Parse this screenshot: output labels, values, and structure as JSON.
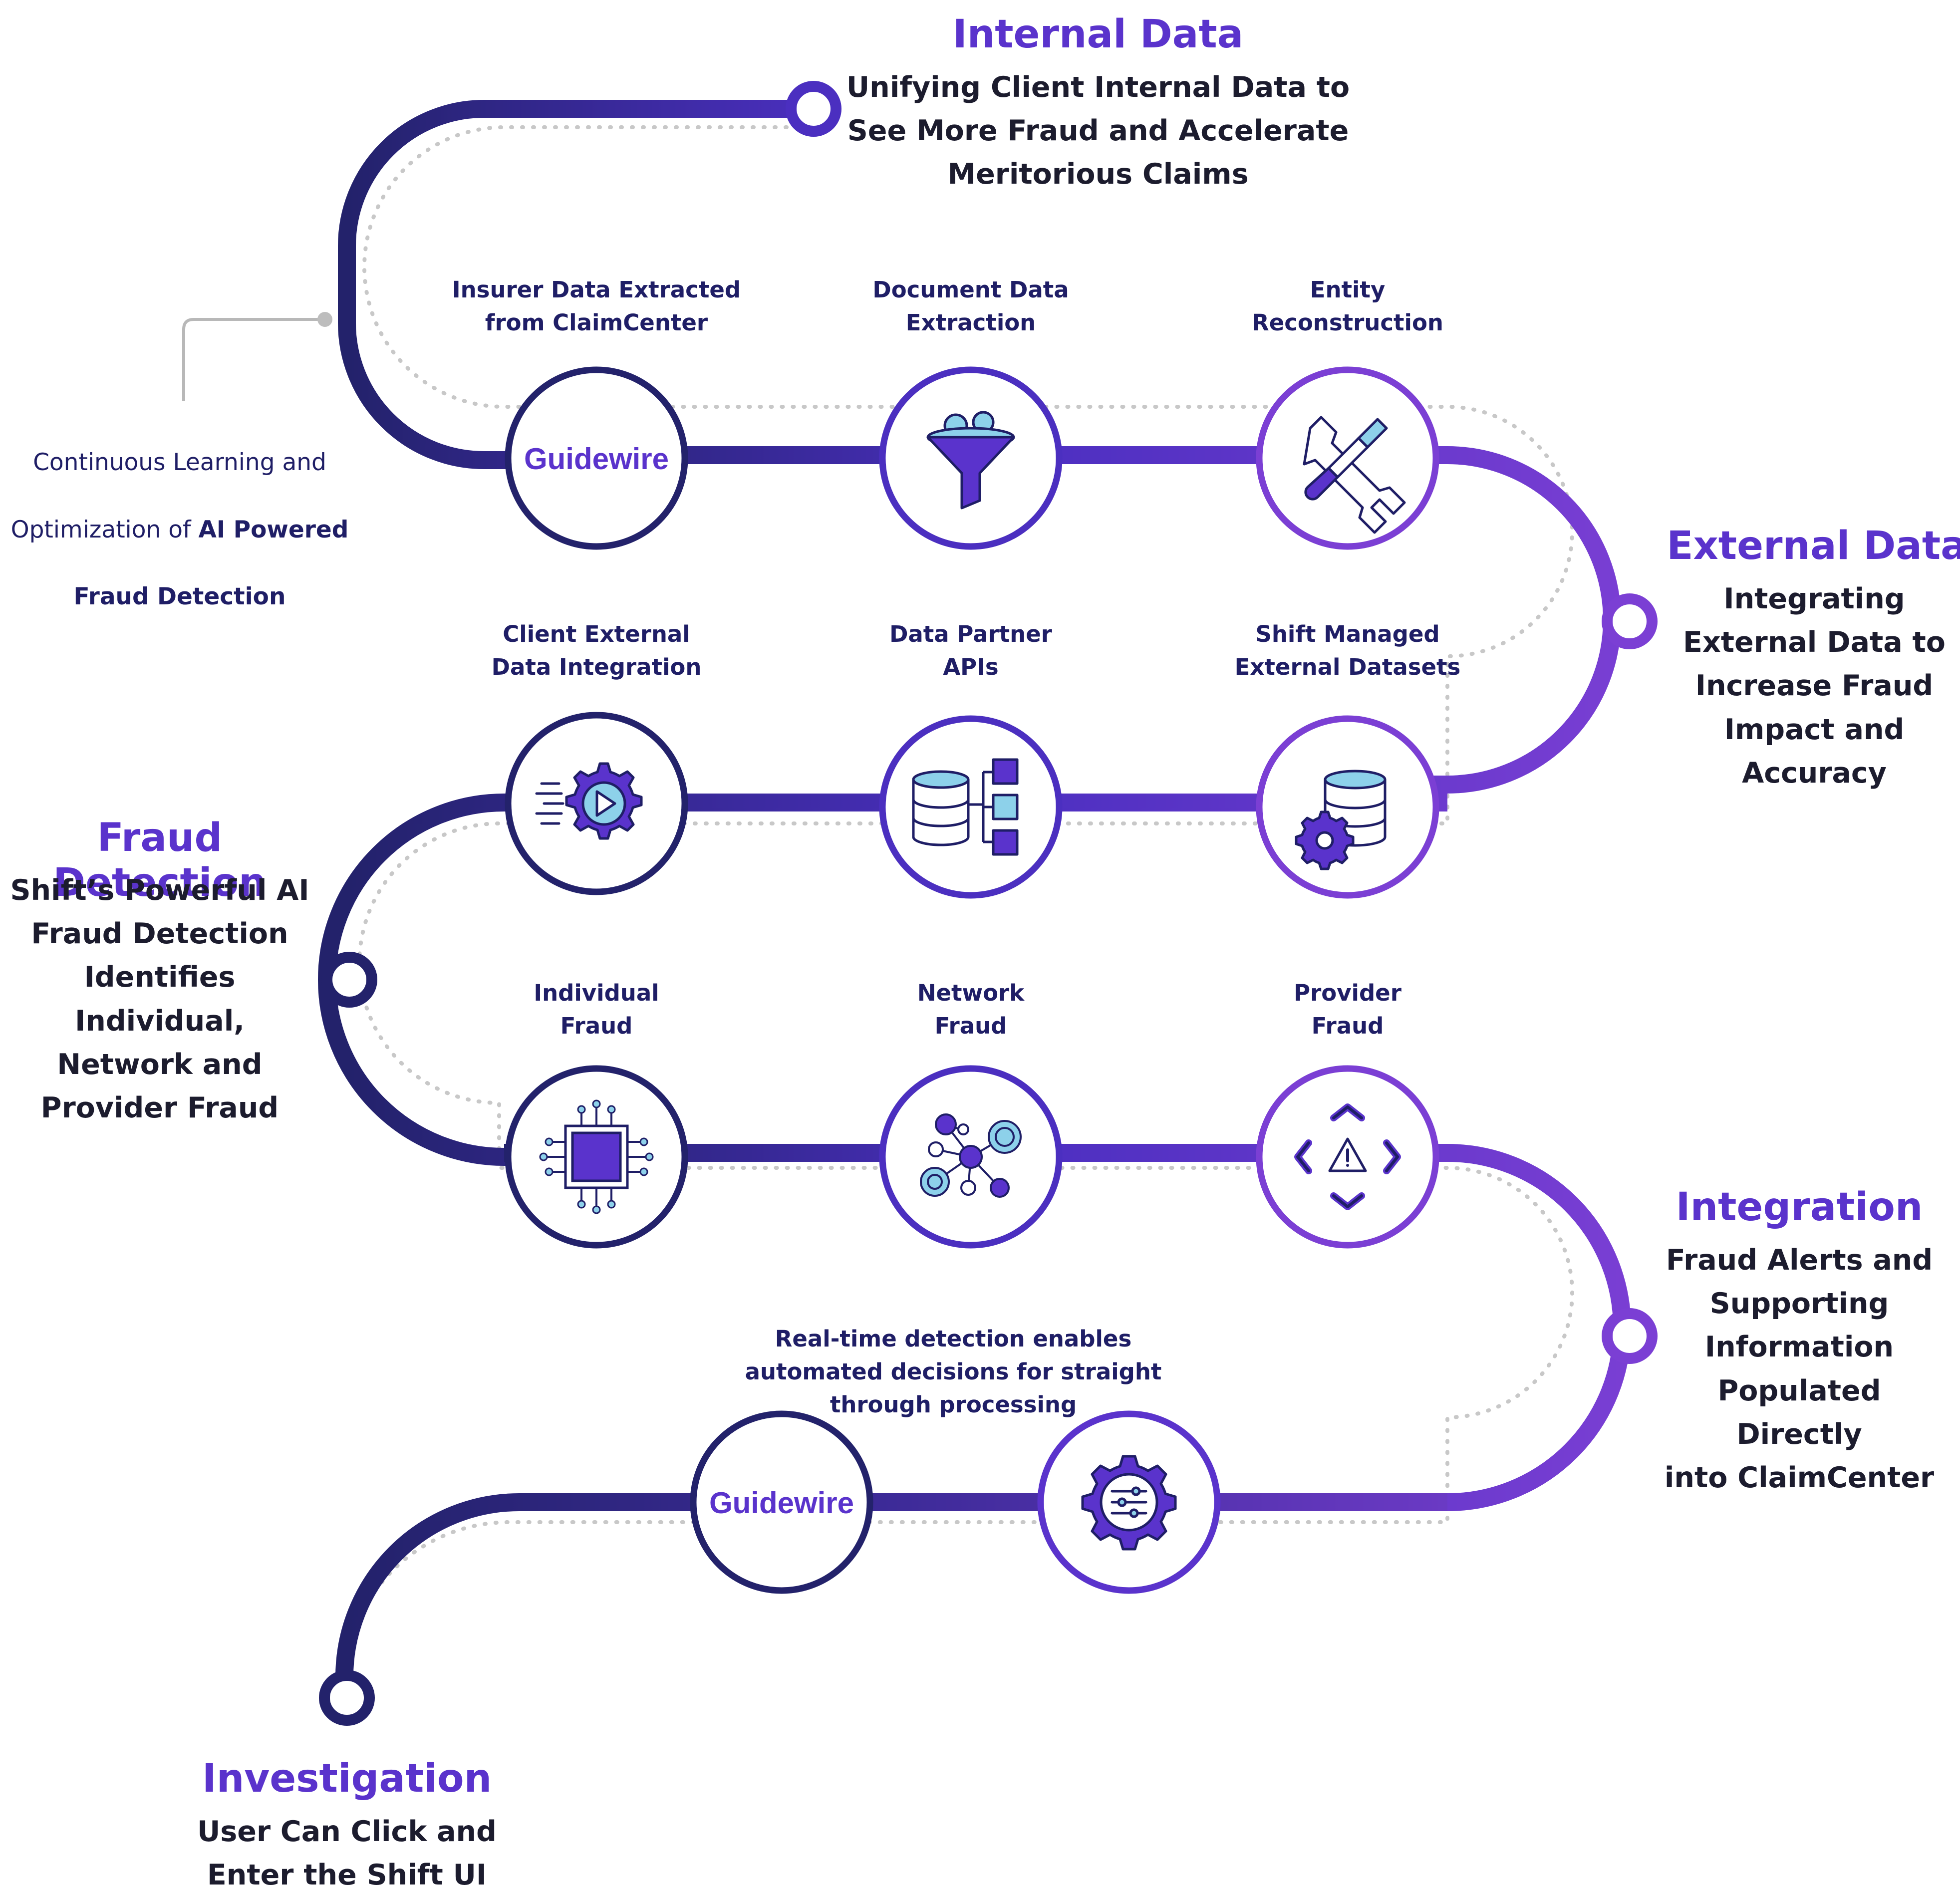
{
  "sections": {
    "internal": {
      "title": "Internal Data",
      "subtitle": "Unifying Client Internal Data to\nSee More Fraud and Accelerate\nMeritorious Claims"
    },
    "external": {
      "title": "External Data",
      "subtitle": "Integrating\nExternal Data to\nIncrease Fraud\nImpact and\nAccuracy"
    },
    "fraud": {
      "title": "Fraud Detection",
      "subtitle": "Shift’s Powerful AI\nFraud Detection\nIdentifies Individual,\nNetwork and\nProvider Fraud"
    },
    "integration": {
      "title": "Integration",
      "subtitle": "Fraud Alerts and\nSupporting\nInformation\nPopulated Directly\ninto ClaimCenter"
    },
    "investigation": {
      "title": "Investigation",
      "subtitle": "User Can Click and\nEnter the Shift UI"
    }
  },
  "continuous_learning": {
    "line1": "Continuous Learning and",
    "line2_prefix": "Optimization of ",
    "line2_bold": "AI Powered",
    "line3_bold": "Fraud Detection"
  },
  "nodes": {
    "insurer": {
      "label": "Insurer Data Extracted\nfrom ClaimCenter",
      "logo_text": "Guidewire"
    },
    "document": {
      "label": "Document Data\nExtraction",
      "icon": "funnel-icon"
    },
    "entity": {
      "label": "Entity\nReconstruction",
      "icon": "tools-icon"
    },
    "client_external": {
      "label": "Client External\nData Integration",
      "icon": "gear-play-icon"
    },
    "data_partner": {
      "label": "Data Partner\nAPIs",
      "icon": "database-api-icon"
    },
    "shift_managed": {
      "label": "Shift Managed\nExternal Datasets",
      "icon": "database-gear-icon"
    },
    "individual": {
      "label": "Individual\nFraud",
      "icon": "chip-icon"
    },
    "network": {
      "label": "Network\nFraud",
      "icon": "network-icon"
    },
    "provider": {
      "label": "Provider\nFraud",
      "icon": "alert-arrows-icon"
    },
    "guidewire_final": {
      "logo_text": "Guidewire"
    },
    "settings": {
      "icon": "gear-sliders-icon"
    }
  },
  "realtime": {
    "text": "Real-time detection enables\nautomated decisions for straight\nthrough processing"
  },
  "colors": {
    "navy": "#23226b",
    "purple": "#5a33cc",
    "violet": "#7b3fd4",
    "light_blue": "#8dd1ea",
    "dots": "#c8c8c8"
  }
}
